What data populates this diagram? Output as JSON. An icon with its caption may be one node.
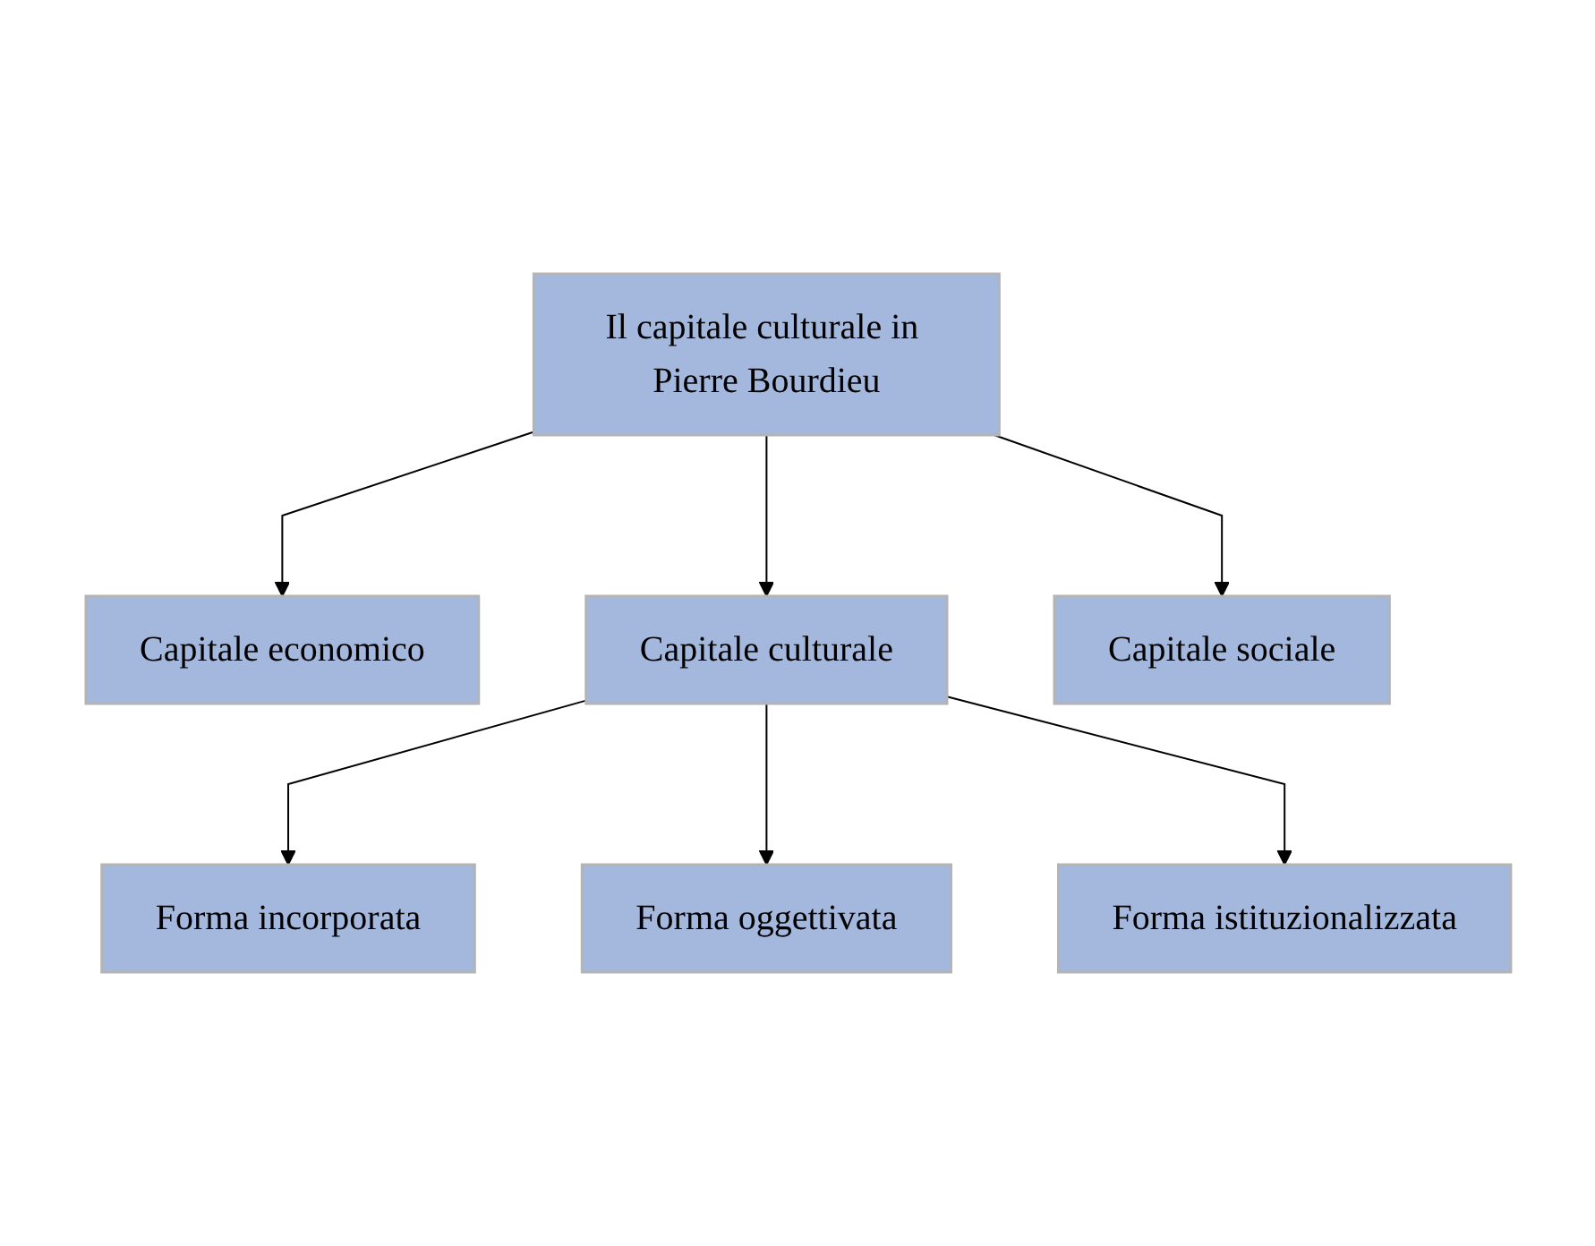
{
  "diagram": {
    "nodes": [
      {
        "text": [
          "Il capitale culturale in Pierre Bourdieu"
        ]
      },
      {
        "text": [
          "Capitale economico"
        ]
      },
      {
        "text": [
          "Capitale culturale"
        ]
      },
      {
        "text": [
          "Capitale sociale"
        ]
      },
      {
        "text": [
          "Forma incorporata"
        ]
      },
      {
        "text": [
          "Forma oggettivata"
        ]
      },
      {
        "text": [
          "Forma istituzionalizzata"
        ]
      }
    ],
    "edges": [
      {
        "from": 0,
        "to": 1,
        "arrow": "to"
      },
      {
        "from": 0,
        "to": 2,
        "arrow": "to"
      },
      {
        "from": 0,
        "to": 3,
        "arrow": "to"
      },
      {
        "from": 2,
        "to": 4,
        "arrow": "to"
      },
      {
        "from": 2,
        "to": 5,
        "arrow": "to"
      },
      {
        "from": 2,
        "to": 6,
        "arrow": "to"
      }
    ]
  }
}
